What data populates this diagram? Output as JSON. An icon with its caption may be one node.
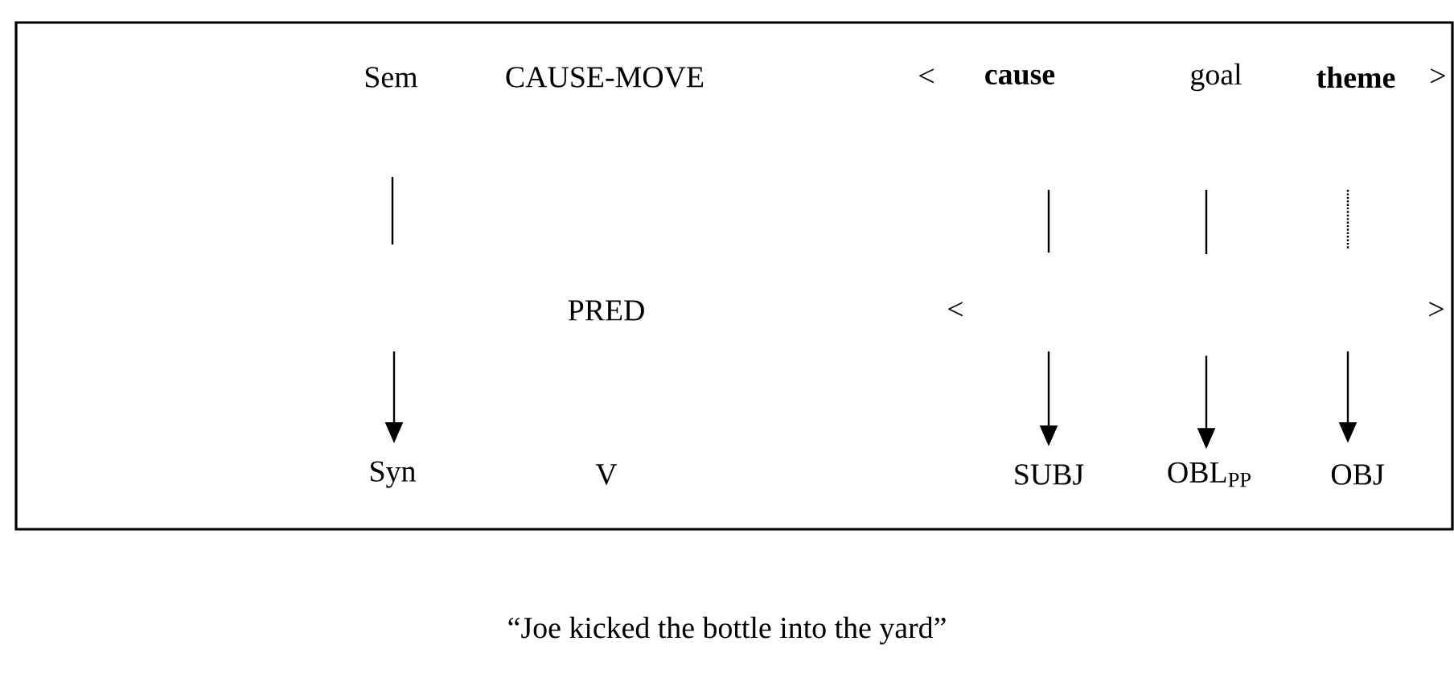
{
  "diagram": {
    "caption": "“Joe kicked the bottle into the yard”",
    "nodes": [
      {
        "text": [
          "Sem"
        ]
      },
      {
        "text": [
          "CAUSE-MOVE"
        ]
      },
      {
        "text": [
          "cause"
        ]
      },
      {
        "text": [
          "goal"
        ]
      },
      {
        "text": [
          "theme"
        ]
      },
      {
        "text": [
          "Syn"
        ]
      },
      {
        "text": [
          "V"
        ]
      },
      {
        "text": [
          "SUBJ"
        ]
      },
      {
        "text": [
          "OBL$_{PP}$"
        ]
      },
      {
        "text": [
          "OBJ"
        ]
      }
    ],
    "edges": [
      {
        "from": null,
        "to": 5,
        "arrow": "to"
      },
      {
        "from": null,
        "to": 7,
        "arrow": "to"
      },
      {
        "from": null,
        "to": 8,
        "arrow": "to"
      },
      {
        "from": null,
        "to": 9,
        "arrow": "to"
      }
    ],
    "labels": [
      "<",
      ">",
      "PRED",
      "<",
      ">"
    ]
  }
}
